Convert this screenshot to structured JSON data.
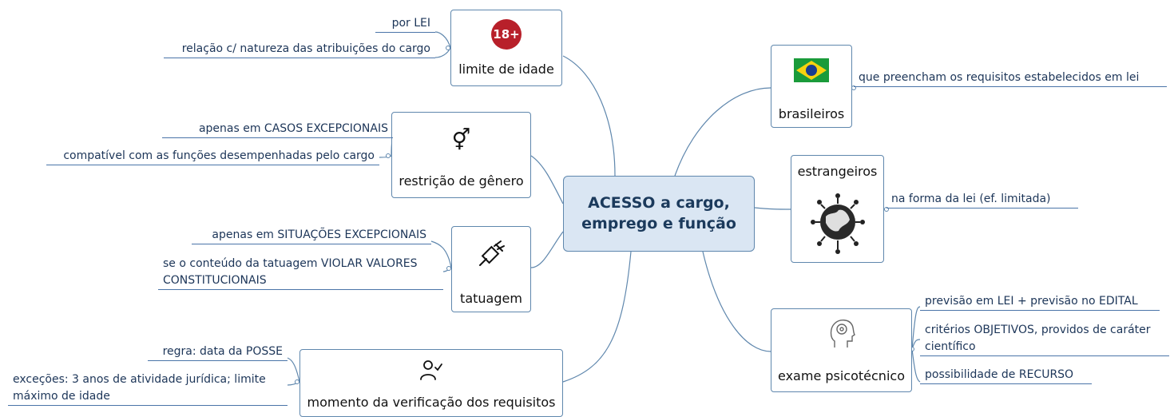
{
  "central": {
    "line1": "ACESSO a cargo,",
    "line2": "emprego e função"
  },
  "topics": {
    "limite_idade": {
      "label": "limite de idade",
      "icon": "18-plus-icon",
      "icon_text": "18+",
      "details": [
        "por LEI",
        "relação c/ natureza das atribuições do cargo"
      ]
    },
    "restricao_genero": {
      "label": "restrição de gênero",
      "icon": "gender-icon",
      "details": [
        "apenas em CASOS EXCEPCIONAIS",
        "compatível com as funções desempenhadas pelo cargo"
      ]
    },
    "tatuagem": {
      "label": "tatuagem",
      "icon": "tattoo-machine-icon",
      "details": [
        "apenas em SITUAÇÕES EXCEPCIONAIS",
        "se o conteúdo da tatuagem VIOLAR VALORES CONSTITUCIONAIS"
      ]
    },
    "momento": {
      "label": "momento da verificação dos requisitos",
      "icon": "user-check-icon",
      "details": [
        "regra: data da POSSE",
        "exceções: 3 anos de atividade jurídica; limite máximo de idade"
      ]
    },
    "brasileiros": {
      "label": "brasileiros",
      "icon": "brazil-flag-icon",
      "details": [
        "que preencham os requisitos estabelecidos em lei"
      ]
    },
    "estrangeiros": {
      "label": "estrangeiros",
      "icon": "globe-people-icon",
      "details": [
        "na forma da lei (ef. limitada)"
      ]
    },
    "exame": {
      "label": "exame psicotécnico",
      "icon": "brain-head-icon",
      "details": [
        "previsão em LEI + previsão no EDITAL",
        "critérios OBJETIVOS, providos de caráter científico",
        "possibilidade de RECURSO"
      ]
    }
  },
  "colors": {
    "central_fill": "#dae6f3",
    "border": "#5f87ad",
    "detail_text": "#1c3558",
    "connector": "#5f87ad"
  }
}
